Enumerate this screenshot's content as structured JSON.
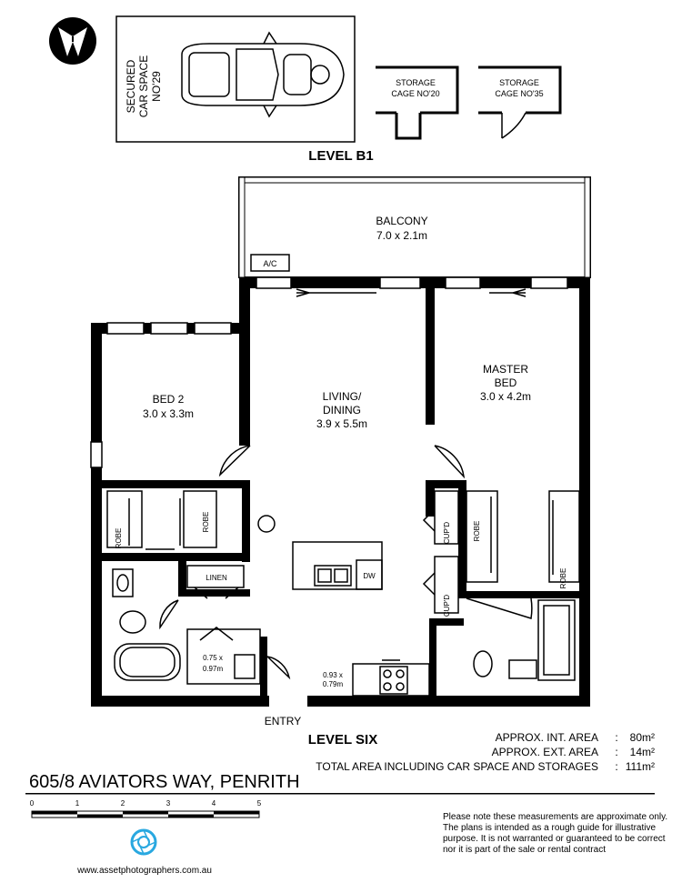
{
  "levels": {
    "basement": "LEVEL B1",
    "main": "LEVEL SIX"
  },
  "car_space": {
    "line1": "SECURED",
    "line2": "CAR SPACE",
    "line3": "NO'29"
  },
  "storage": [
    {
      "line1": "STORAGE",
      "line2": "CAGE NO'20"
    },
    {
      "line1": "STORAGE",
      "line2": "CAGE NO'35"
    }
  ],
  "rooms": {
    "balcony": {
      "name": "BALCONY",
      "size": "7.0 x 2.1m"
    },
    "ac": "A/C",
    "living": {
      "name1": "LIVING/",
      "name2": "DINING",
      "size": "3.9 x 5.5m"
    },
    "bed2": {
      "name": "BED 2",
      "size": "3.0 x 3.3m"
    },
    "master": {
      "name1": "MASTER",
      "name2": "BED",
      "size": "3.0 x 4.2m"
    },
    "robe": "ROBE",
    "cupd": "CUP'D",
    "linen": "LINEN",
    "dw": "DW",
    "laundry": {
      "line1": "0.75 x",
      "line2": "0.97m"
    },
    "pantry": {
      "line1": "0.93 x",
      "line2": "0.79m"
    },
    "entry": "ENTRY"
  },
  "areas": [
    {
      "label": "APPROX. INT. AREA",
      "sep": ":",
      "value": "80m²"
    },
    {
      "label": "APPROX. EXT. AREA",
      "sep": ":",
      "value": "14m²"
    },
    {
      "label": "TOTAL AREA INCLUDING CAR SPACE AND STORAGES",
      "sep": ":",
      "value": "111m²"
    }
  ],
  "address": "605/8 AVIATORS WAY, PENRITH",
  "scale_labels": [
    "0",
    "1",
    "2",
    "3",
    "4",
    "5"
  ],
  "disclaimer": "Please note these measurements are approximate only. The plans is intended as a rough guide for illustrative purpose. It is not warranted or guaranteed to be correct nor it is part of the sale or rental contract",
  "website": "www.assetphotographers.com.au",
  "colors": {
    "walls": "#000000",
    "logo": "#29a8e0"
  },
  "icons": {
    "north": "north-arrow-icon",
    "camera": "camera-aperture-icon"
  }
}
